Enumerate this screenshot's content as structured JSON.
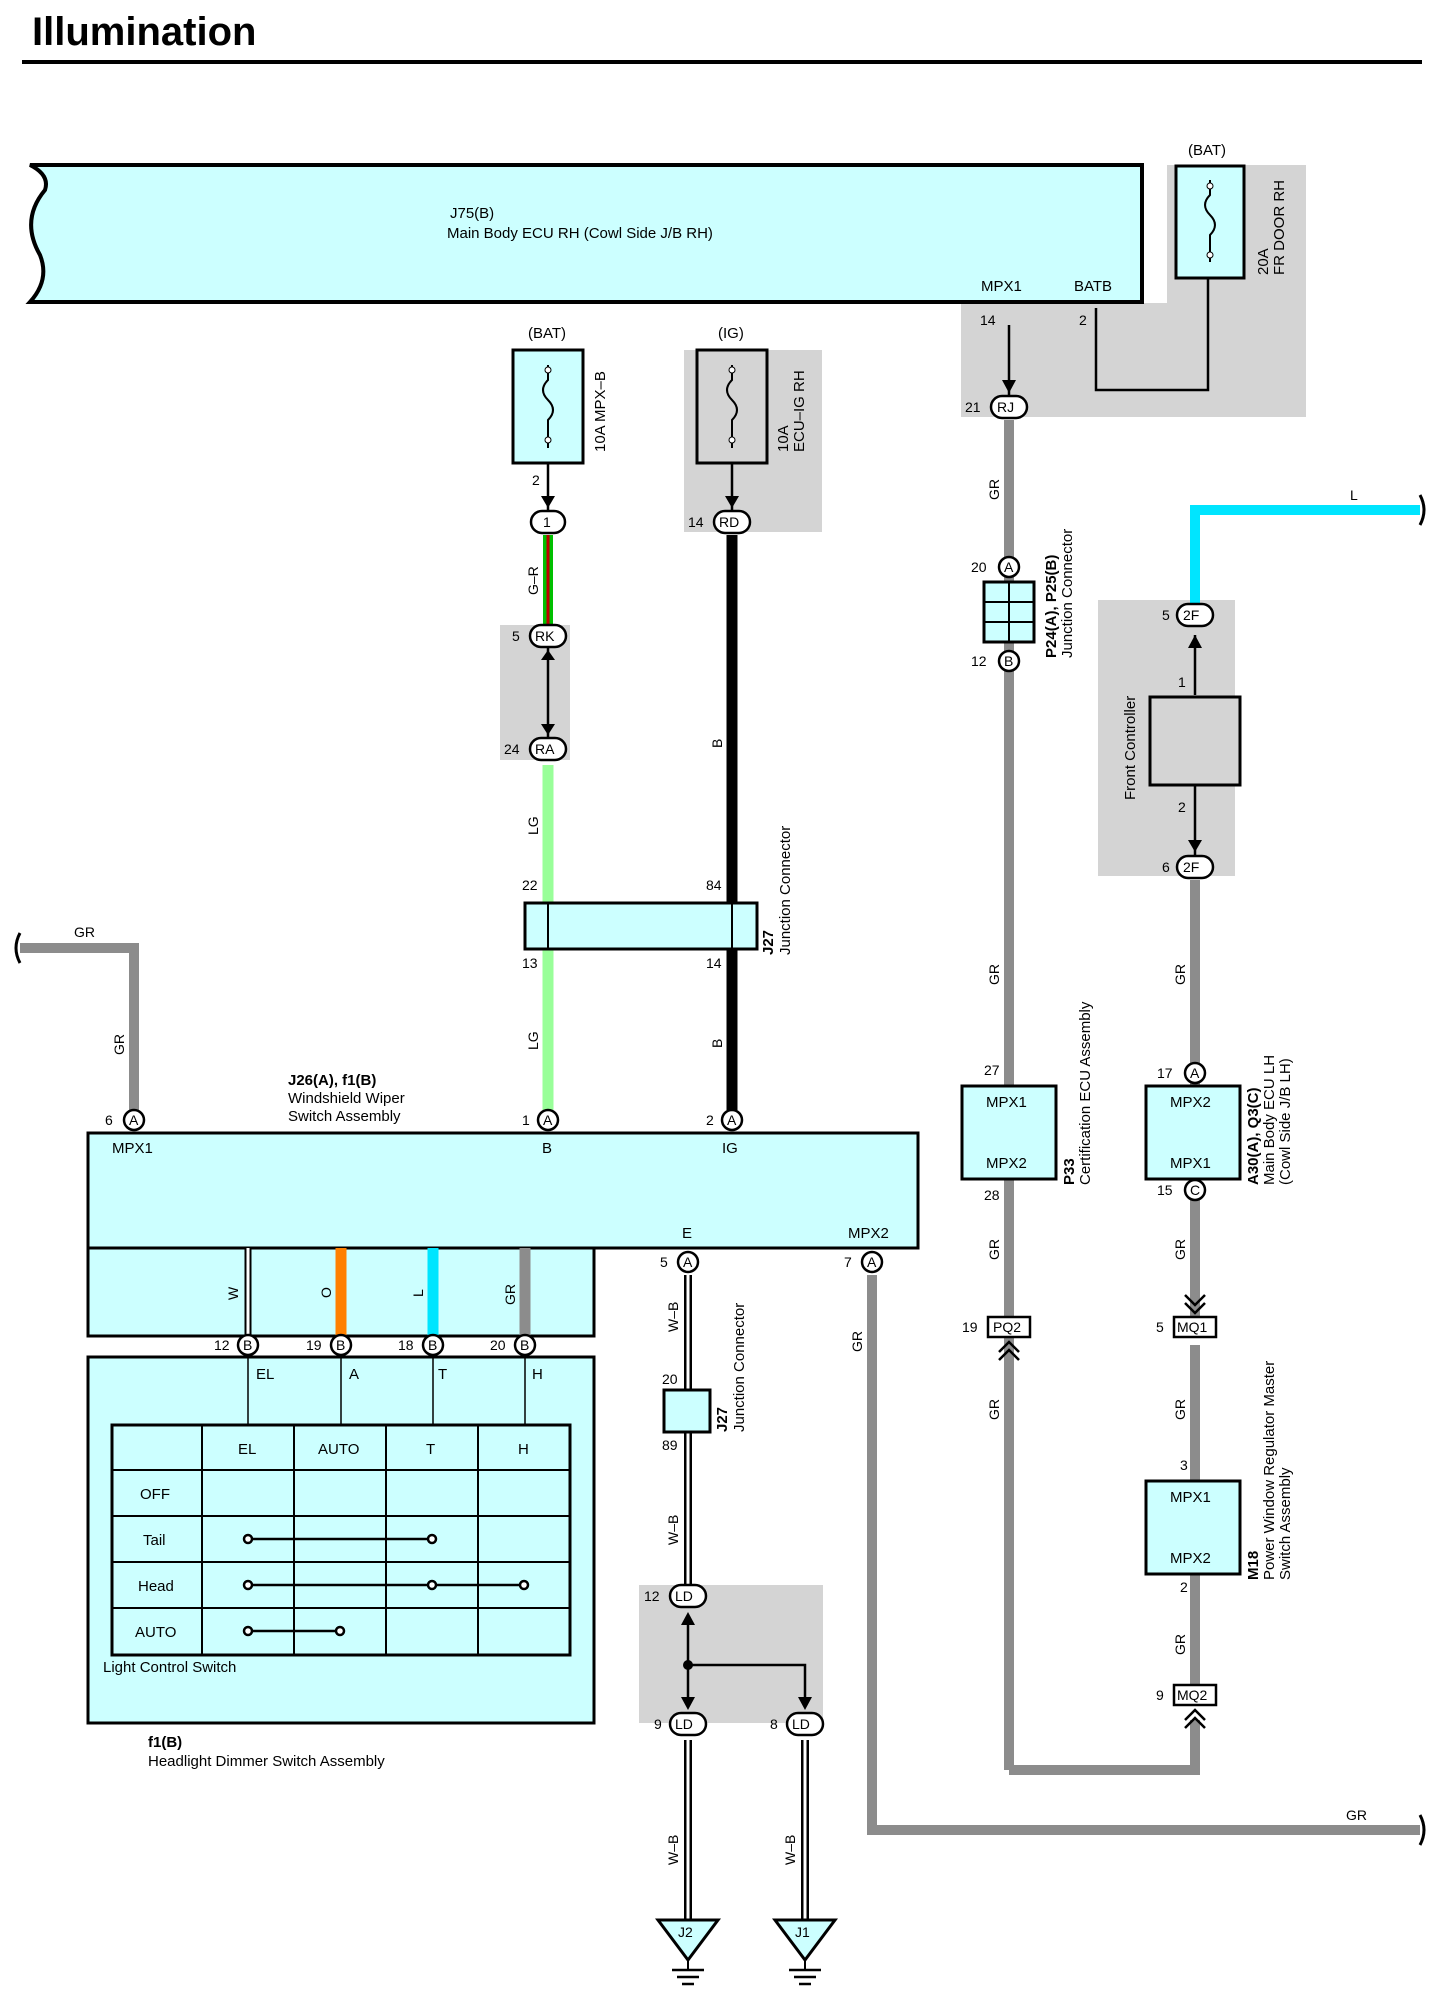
{
  "title": "Illumination",
  "colors": {
    "component_fill": "#ccffff",
    "shade": "#d4d4d4",
    "gray_wire": "#8c8c8c",
    "lg_wire": "#99ff99",
    "l_wire": "#00e5ff",
    "o_wire": "#ff8000",
    "b_wire": "#000000",
    "gr_wire": "#c00000"
  },
  "ecu_rh": {
    "code": "J75(B)",
    "name": "Main Body ECU RH (Cowl Side J/B RH)",
    "mpx1": "MPX1",
    "batb": "BATB",
    "pin_mpx1": "14",
    "pin_batb": "2"
  },
  "fuses": {
    "frdoor": {
      "source": "(BAT)",
      "rating": "20A",
      "name": "FR DOOR RH"
    },
    "mpxb": {
      "source": "(BAT)",
      "rating": "10A MPX–B"
    },
    "ecuig": {
      "source": "(IG)",
      "rating": "10A",
      "name": "ECU–IG RH"
    }
  },
  "connectors": {
    "c1": "1",
    "rd": "RD",
    "rk": "RK",
    "ra": "RA",
    "rj": "RJ",
    "ld": "LD",
    "f2": "2F",
    "pq2": "PQ2",
    "mq1": "MQ1",
    "mq2": "MQ2",
    "a": "A",
    "b": "B",
    "c": "C",
    "pin_2": "2",
    "pin_14": "14",
    "pin_5": "5",
    "pin_24": "24",
    "pin_21": "21",
    "pin_20": "20",
    "pin_12": "12",
    "pin_22": "22",
    "pin_84": "84",
    "pin_13": "13",
    "pin_14b": "14",
    "pin_6": "6",
    "pin_1": "1",
    "pin_2b": "2",
    "pin_5b": "5",
    "pin_7": "7",
    "pin_19": "19",
    "pin_18": "18",
    "pin_20b": "20",
    "pin_12b": "12",
    "pin_20c": "20",
    "pin_89": "89",
    "pin_12c": "12",
    "pin_9": "9",
    "pin_8": "8",
    "pin_27": "27",
    "pin_28": "28",
    "pin_19b": "19",
    "pin_17": "17",
    "pin_15": "15",
    "pin_5c": "5",
    "pin_3": "3",
    "pin_2c": "2",
    "pin_9b": "9",
    "pin_5d": "5",
    "pin_1b": "1",
    "pin_2d": "2",
    "pin_6b": "6"
  },
  "wires": {
    "gr": "GR",
    "gr_dash": "G–R",
    "lg": "LG",
    "b": "B",
    "l": "L",
    "w_b": "W–B",
    "w": "W",
    "o": "O"
  },
  "junction": {
    "code": "J27",
    "name": "Junction Connector"
  },
  "junction_p": {
    "code": "P24(A), P25(B)",
    "name": "Junction Connector"
  },
  "wiper": {
    "code": "J26(A), f1(B)",
    "name1": "Windshield Wiper",
    "name2": "Switch Assembly",
    "mpx1": "MPX1",
    "b": "B",
    "ig": "IG",
    "e": "E",
    "mpx2": "MPX2"
  },
  "switch": {
    "headers": [
      "",
      "EL",
      "AUTO",
      "T",
      "H"
    ],
    "rows": [
      "OFF",
      "Tail",
      "Head",
      "AUTO"
    ],
    "terminals": [
      "EL",
      "A",
      "T",
      "H"
    ],
    "label": "Light Control Switch",
    "code": "f1(B)",
    "name": "Headlight Dimmer Switch Assembly"
  },
  "front_controller": "Front Controller",
  "cert_ecu": {
    "code": "P33",
    "name": "Certification ECU Assembly",
    "mpx1": "MPX1",
    "mpx2": "MPX2"
  },
  "ecu_lh": {
    "code": "A30(A), Q3(C)",
    "name1": "Main Body ECU LH",
    "name2": "(Cowl Side J/B LH)",
    "mpx2": "MPX2",
    "mpx1": "MPX1"
  },
  "pwr_switch": {
    "code": "M18",
    "name1": "Power Window Regulator Master",
    "name2": "Switch Assembly",
    "mpx1": "MPX1",
    "mpx2": "MPX2"
  },
  "grounds": {
    "j2": "J2",
    "j1": "J1"
  }
}
